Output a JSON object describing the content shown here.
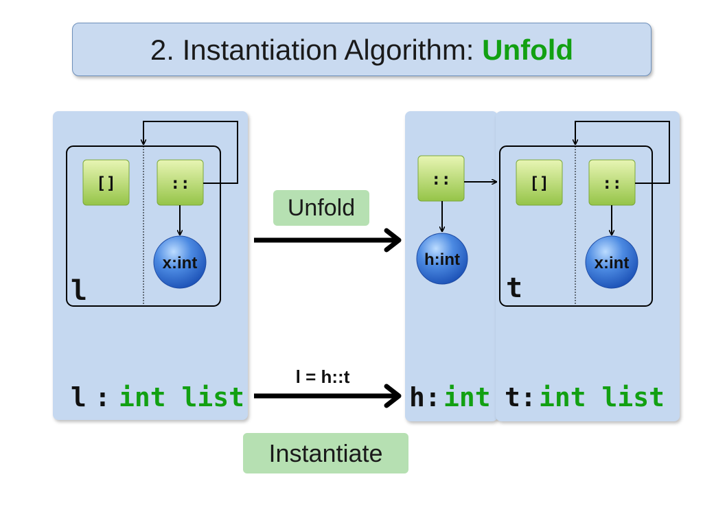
{
  "title": {
    "prefix": "2. Instantiation Algorithm: ",
    "accent": "Unfold"
  },
  "colors": {
    "accent_green": "#12a012",
    "panel_blue": "#c5d8f0",
    "node_green": "#a8d05a",
    "circle_blue": "#3a78d8",
    "tag_green": "#b6e0b2"
  },
  "left_panel": {
    "nil_label": "[]",
    "cons_label": "::",
    "element_label": "x:int",
    "var_label": "l",
    "type_var": "l",
    "type_sep": ":",
    "type_name": "int list"
  },
  "right_panel": {
    "head_cons_label": "::",
    "head_element_label": "h:int",
    "nil_label": "[]",
    "cons_label": "::",
    "element_label": "x:int",
    "var_label": "t",
    "h_type_var": "h",
    "h_type_sep": ":",
    "h_type_name": "int",
    "t_type_var": "t",
    "t_type_sep": ":",
    "t_type_name": "int list"
  },
  "unfold_tag": "Unfold",
  "equation_label": "l = h::t",
  "instantiate_tag": "Instantiate"
}
